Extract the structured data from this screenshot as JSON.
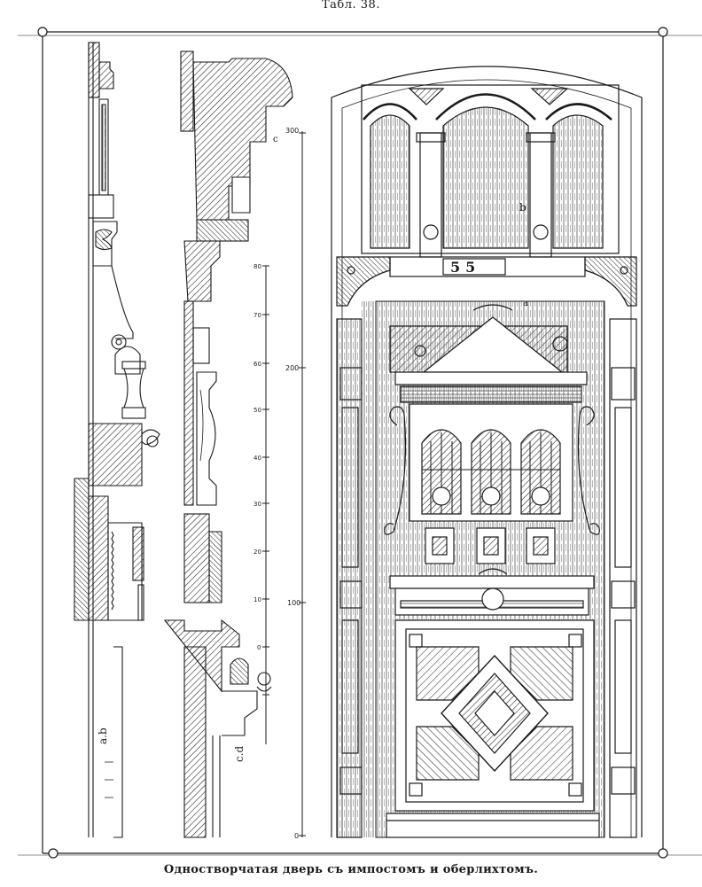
{
  "plate": {
    "number": "Табл. 38."
  },
  "caption": "Одностворчатая дверь съ импостомъ и оберлихтомъ.",
  "drawing": {
    "house_number": "55",
    "section_labels": {
      "ab": "a.b",
      "cd": "c.d",
      "c": "c",
      "b": "b",
      "a": "a"
    },
    "scale_major": [
      "300",
      "200",
      "100",
      "0"
    ],
    "scale_minor": [
      "80",
      "70",
      "60",
      "50",
      "40",
      "30",
      "20",
      "10",
      "0"
    ]
  },
  "colors": {
    "ink": "#1a1a1a",
    "paper": "#ffffff",
    "wood": "#6f6f6f"
  }
}
